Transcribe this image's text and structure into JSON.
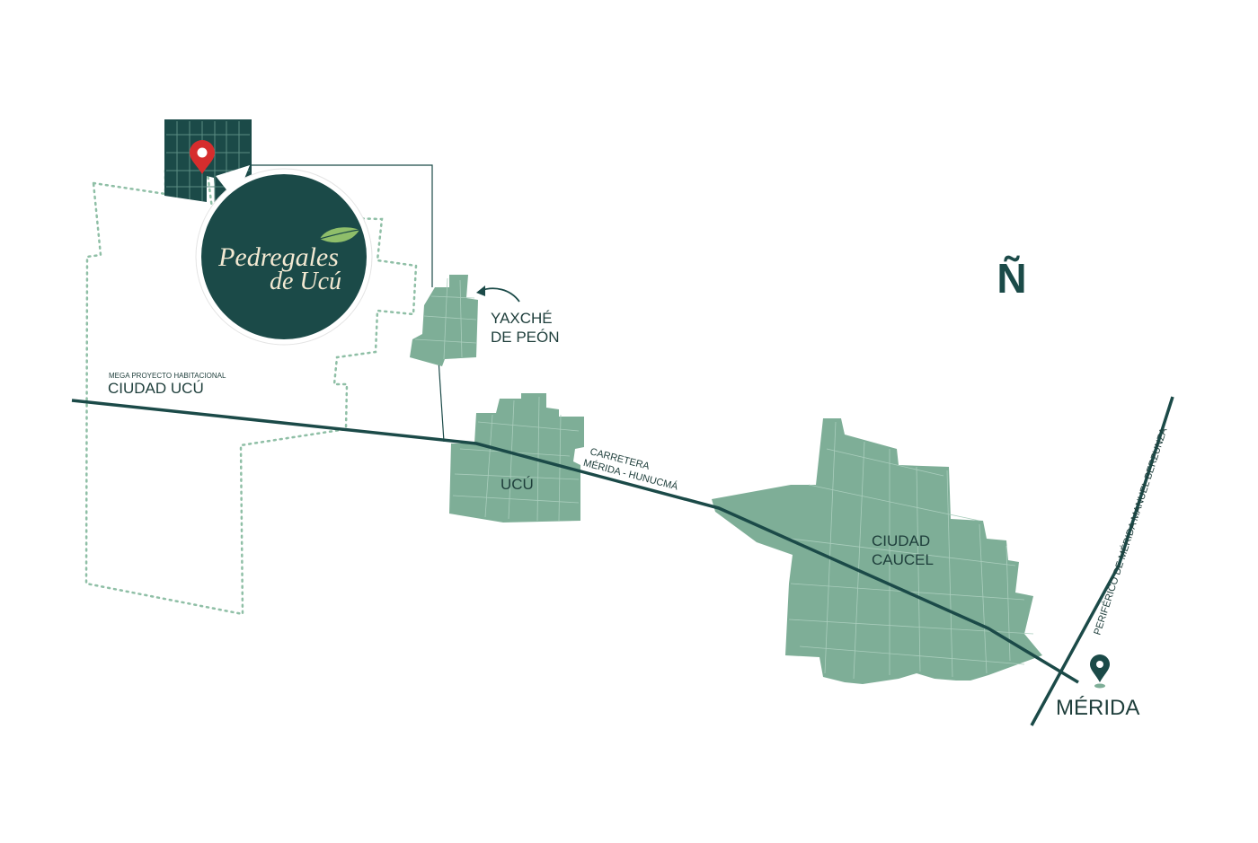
{
  "colors": {
    "dark_green": "#1b4a48",
    "town_green": "#7eae97",
    "street_lines": "#a9cdbc",
    "dotted_boundary": "#8fbfa6",
    "pin_red": "#d62d2d",
    "logo_text": "#f3e9d2",
    "leaf_green": "#8fbe6a",
    "label_text": "#1e3e3b"
  },
  "logo": {
    "line1": "Pedregales",
    "line2": "de Ucú"
  },
  "compass": {
    "label": "Ñ"
  },
  "labels": {
    "mega_proyecto_small": "MEGA PROYECTO HABITACIONAL",
    "ciudad_ucu": "CIUDAD UCÚ",
    "yaxche_line1": "YAXCHÉ",
    "yaxche_line2": "DE PEÓN",
    "ucu": "UCÚ",
    "carretera_line1": "CARRETERA",
    "carretera_line2": "MÉRIDA - HUNUCMÁ",
    "caucel_line1": "CIUDAD",
    "caucel_line2": "CAUCEL",
    "periferico": "PERIFÉRICO DE MÉRIDA MANUEL BERZUNZA",
    "merida": "MÉRIDA"
  },
  "icons": {
    "property_pin": "map-pin-red-icon",
    "merida_pin": "map-pin-green-icon",
    "leaf": "leaf-icon",
    "arrow": "curved-arrow-icon"
  }
}
